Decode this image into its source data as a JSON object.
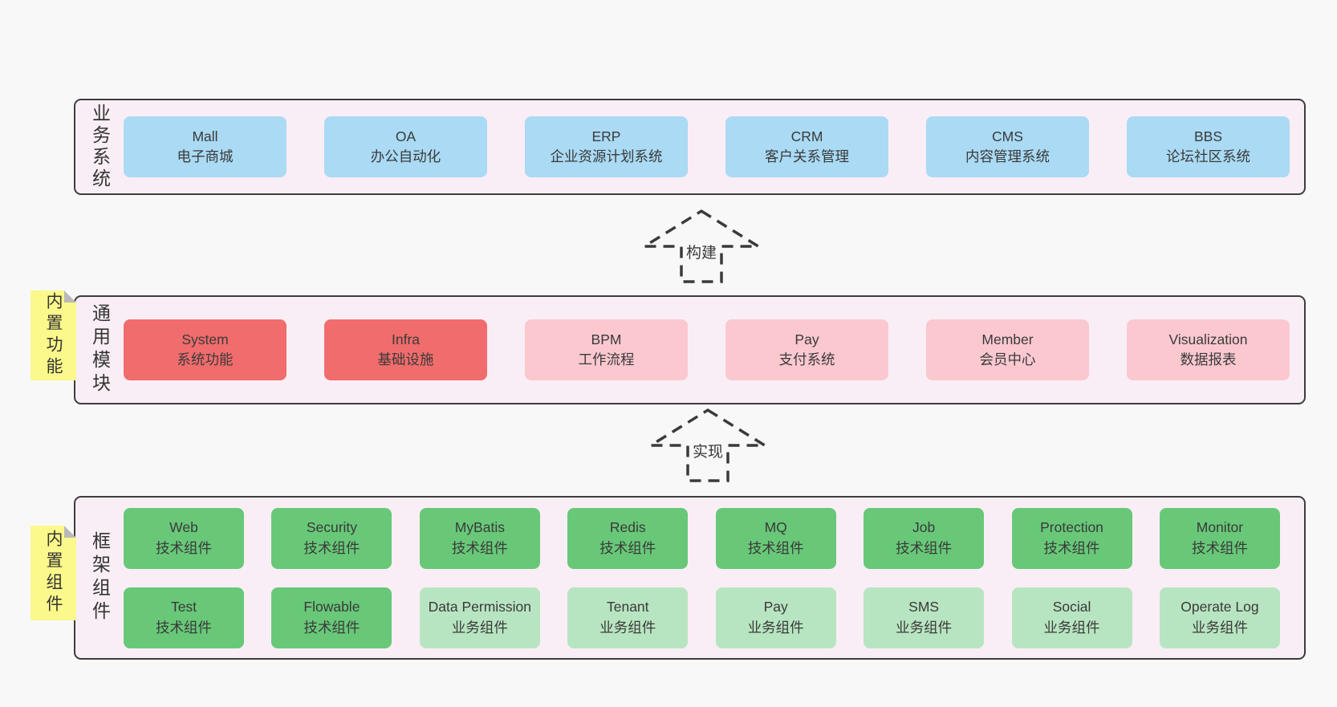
{
  "business_systems": {
    "label_vertical": "业务系统",
    "items": [
      {
        "name": "Mall",
        "desc": "电子商城",
        "variant": "blue"
      },
      {
        "name": "OA",
        "desc": "办公自动化",
        "variant": "blue"
      },
      {
        "name": "ERP",
        "desc": "企业资源计划系统",
        "variant": "blue"
      },
      {
        "name": "CRM",
        "desc": "客户关系管理",
        "variant": "blue"
      },
      {
        "name": "CMS",
        "desc": "内容管理系统",
        "variant": "blue"
      },
      {
        "name": "BBS",
        "desc": "论坛社区系统",
        "variant": "blue"
      }
    ]
  },
  "arrow_build": {
    "label": "构建"
  },
  "common_modules": {
    "label_vertical": "通用模块",
    "sticky_note": "内置功能",
    "items": [
      {
        "name": "System",
        "desc": "系统功能",
        "variant": "red"
      },
      {
        "name": "Infra",
        "desc": "基础设施",
        "variant": "red"
      },
      {
        "name": "BPM",
        "desc": "工作流程",
        "variant": "pink"
      },
      {
        "name": "Pay",
        "desc": "支付系统",
        "variant": "pink"
      },
      {
        "name": "Member",
        "desc": "会员中心",
        "variant": "pink"
      },
      {
        "name": "Visualization",
        "desc": "数据报表",
        "variant": "pink"
      }
    ]
  },
  "arrow_implement": {
    "label": "实现"
  },
  "framework_components": {
    "label_vertical": "框架组件",
    "sticky_note": "内置组件",
    "row1": [
      {
        "name": "Web",
        "desc": "技术组件",
        "variant": "green"
      },
      {
        "name": "Security",
        "desc": "技术组件",
        "variant": "green"
      },
      {
        "name": "MyBatis",
        "desc": "技术组件",
        "variant": "green"
      },
      {
        "name": "Redis",
        "desc": "技术组件",
        "variant": "green"
      },
      {
        "name": "MQ",
        "desc": "技术组件",
        "variant": "green"
      },
      {
        "name": "Job",
        "desc": "技术组件",
        "variant": "green"
      },
      {
        "name": "Protection",
        "desc": "技术组件",
        "variant": "green"
      },
      {
        "name": "Monitor",
        "desc": "技术组件",
        "variant": "green"
      }
    ],
    "row2": [
      {
        "name": "Test",
        "desc": "技术组件",
        "variant": "green"
      },
      {
        "name": "Flowable",
        "desc": "技术组件",
        "variant": "green"
      },
      {
        "name": "Data Permission",
        "desc": "业务组件",
        "variant": "green-light"
      },
      {
        "name": "Tenant",
        "desc": "业务组件",
        "variant": "green-light"
      },
      {
        "name": "Pay",
        "desc": "业务组件",
        "variant": "green-light"
      },
      {
        "name": "SMS",
        "desc": "业务组件",
        "variant": "green-light"
      },
      {
        "name": "Social",
        "desc": "业务组件",
        "variant": "green-light"
      },
      {
        "name": "Operate Log",
        "desc": "业务组件",
        "variant": "green-light"
      }
    ]
  },
  "colors": {
    "page_background": "#f8f8f8",
    "panel_background": "#f9eef6",
    "panel_border": "#3d3d3d",
    "blue_box": "#aadaf4",
    "red_box": "#f16c6c",
    "pink_box": "#fbc8d0",
    "green_box": "#68c878",
    "green_light_box": "#b8e5c1",
    "sticky_note": "#fbf98b",
    "text": "#3a3a3a"
  }
}
